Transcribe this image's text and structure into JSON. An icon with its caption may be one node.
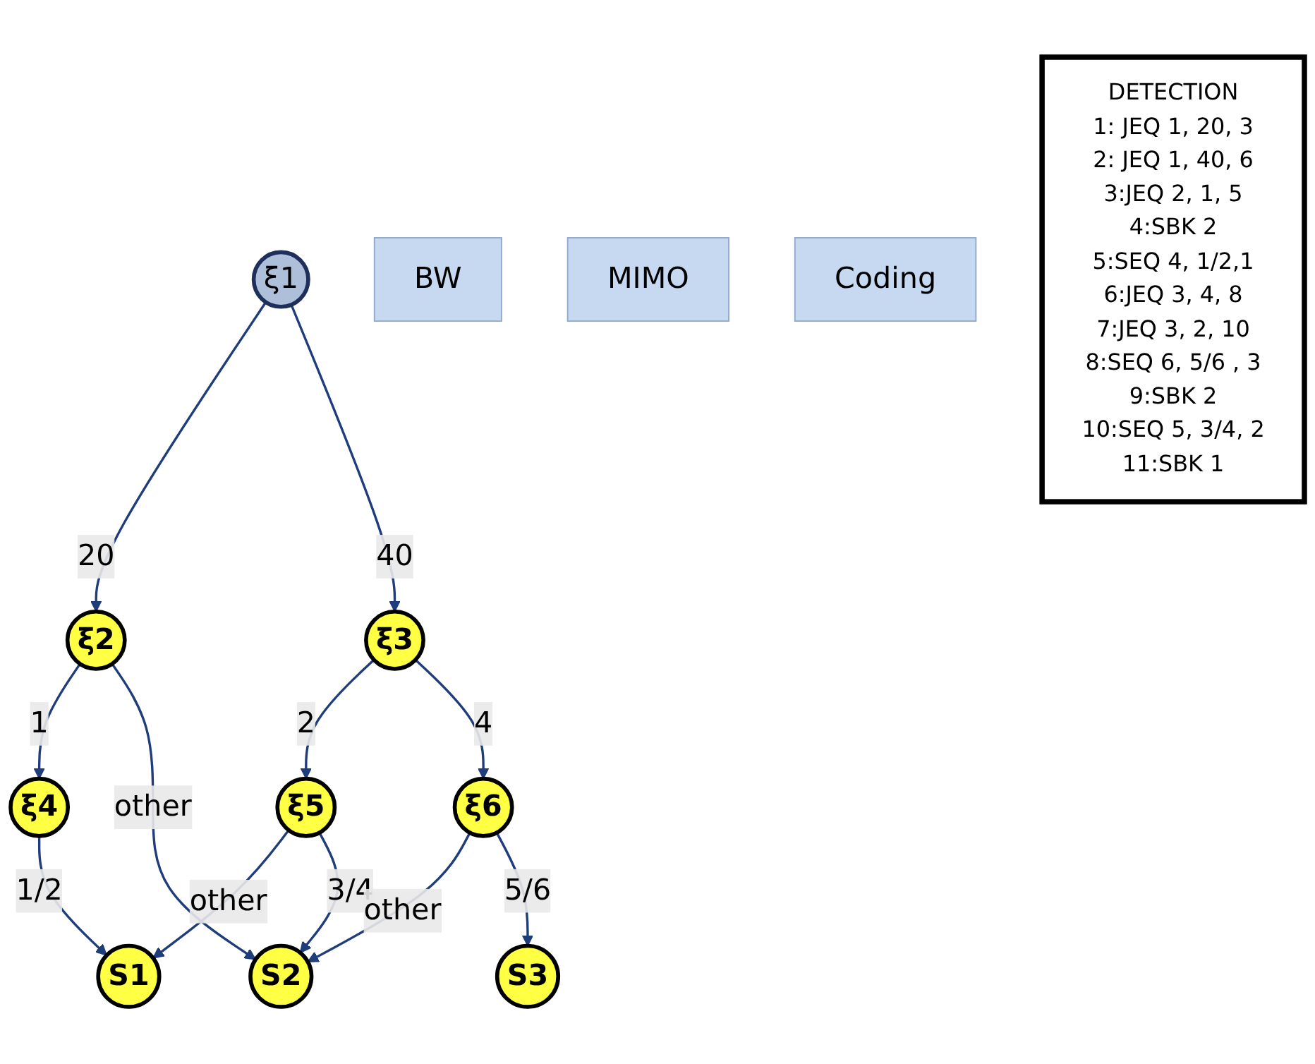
{
  "diagram": {
    "nodes": [
      {
        "text": [
          "ξ1"
        ]
      },
      {
        "text": [
          "ξ2"
        ]
      },
      {
        "text": [
          "ξ3"
        ]
      },
      {
        "text": [
          "ξ4"
        ]
      },
      {
        "text": [
          "ξ5"
        ]
      },
      {
        "text": [
          "ξ6"
        ]
      },
      {
        "text": [
          "S1"
        ]
      },
      {
        "text": [
          "S2"
        ]
      },
      {
        "text": [
          "S3"
        ]
      },
      {
        "text": [
          "BW"
        ]
      },
      {
        "text": [
          "MIMO"
        ]
      },
      {
        "text": [
          "Coding"
        ]
      },
      {
        "text": [
          "DETECTION",
          "1: JEQ 1, 20, 3",
          "2: JEQ 1, 40, 6",
          "3:JEQ 2, 1, 5",
          "4:SBK 2",
          "5:SEQ 4, 1/2,1",
          "6:JEQ 3, 4, 8",
          "7:JEQ 3, 2, 10",
          "8:SEQ 6, 5/6 , 3",
          "9:SBK 2",
          "10:SEQ 5, 3/4, 2",
          "11:SBK 1"
        ]
      }
    ],
    "edges": [
      {
        "from": 0,
        "to": 1,
        "arrow": "to",
        "label": "20"
      },
      {
        "from": 0,
        "to": 2,
        "arrow": "to",
        "label": "40"
      },
      {
        "from": 1,
        "to": 3,
        "arrow": "to",
        "label": "1"
      },
      {
        "from": 1,
        "to": 7,
        "arrow": "to",
        "label": "other"
      },
      {
        "from": 2,
        "to": 4,
        "arrow": "to",
        "label": "2"
      },
      {
        "from": 2,
        "to": 5,
        "arrow": "to",
        "label": "4"
      },
      {
        "from": 3,
        "to": 6,
        "arrow": "to",
        "label": "1/2"
      },
      {
        "from": 4,
        "to": 6,
        "arrow": "to",
        "label": "other"
      },
      {
        "from": 4,
        "to": 7,
        "arrow": "to",
        "label": "3/4"
      },
      {
        "from": 5,
        "to": 7,
        "arrow": "to",
        "label": "other"
      },
      {
        "from": 5,
        "to": 8,
        "arrow": "to",
        "label": "5/6"
      }
    ]
  }
}
